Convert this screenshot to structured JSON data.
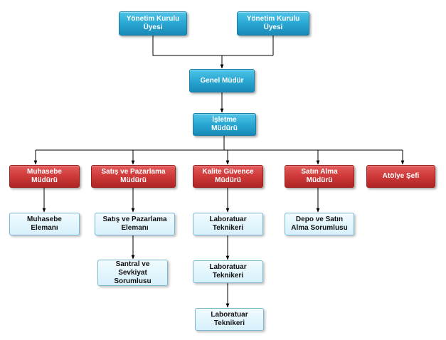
{
  "nodes": {
    "board_member_1": "Yönetim Kurulu\nÜyesi",
    "board_member_2": "Yönetim Kurulu\nÜyesi",
    "general_manager": "Genel Müdür",
    "operations_manager": "İşletme\nMüdürü",
    "accounting_manager": "Muhasebe\nMüdürü",
    "sales_marketing_manager": "Satış ve Pazarlama\nMüdürü",
    "quality_assurance_manager": "Kalite Güvence\nMüdürü",
    "purchasing_manager": "Satın Alma\nMüdürü",
    "workshop_chief": "Atölye Şefi",
    "accounting_staff": "Muhasebe\nElemanı",
    "sales_marketing_staff": "Satış ve Pazarlama\nElemanı",
    "switchboard_shipping": "Santral ve\nSevkiyat\nSorumlusu",
    "lab_technician_1": "Laboratuar\nTeknikeri",
    "lab_technician_2": "Laboratuar\nTeknikeri",
    "lab_technician_3": "Laboratuar\nTeknikeri",
    "warehouse_purchasing": "Depo ve Satın\nAlma Sorumlusu"
  },
  "colors": {
    "executive": "#2aa8d4",
    "department_head": "#cf3a3a",
    "staff": "#d6f0fb",
    "connector": "#000000"
  }
}
